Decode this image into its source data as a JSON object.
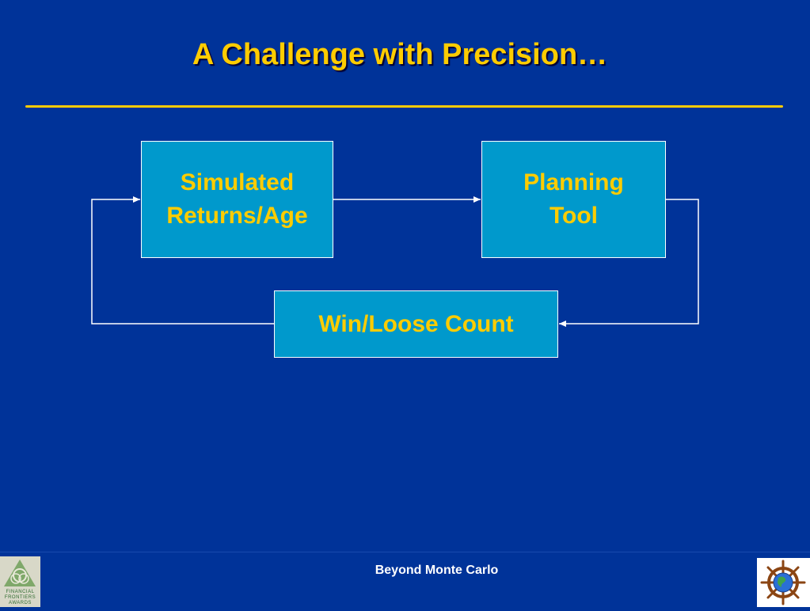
{
  "slide": {
    "title": "A Challenge with Precision…",
    "footer": "Beyond Monte Carlo"
  },
  "diagram": {
    "nodes": [
      {
        "id": "simulated",
        "label": "Simulated \nReturns/Age"
      },
      {
        "id": "planning",
        "label": "Planning \nTool"
      },
      {
        "id": "winloose",
        "label": "Win/Loose Count"
      }
    ],
    "edges": [
      {
        "from": "simulated",
        "to": "planning"
      },
      {
        "from": "planning",
        "to": "winloose"
      },
      {
        "from": "winloose",
        "to": "simulated"
      }
    ]
  },
  "logos": {
    "left": {
      "line1": "FINANCIAL",
      "line2": "FRONTIERS",
      "line3": "AWARDS",
      "icon": "financial-frontiers-triangle-icon"
    },
    "right": {
      "icon": "ship-wheel-globe-icon"
    }
  },
  "colors": {
    "background": "#003399",
    "accent": "#FFCC00",
    "box_fill": "#0099CC",
    "connector": "#FFFFFF"
  }
}
